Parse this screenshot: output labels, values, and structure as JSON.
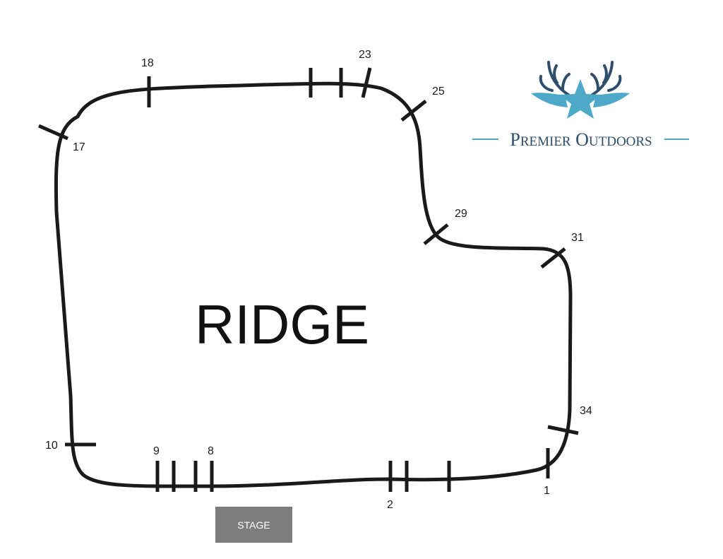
{
  "map": {
    "area_name": "RIDGE",
    "stage_label": "STAGE",
    "stand_labels": [
      "18",
      "23",
      "25",
      "17",
      "29",
      "31",
      "34",
      "10",
      "9",
      "8",
      "2",
      "1"
    ]
  },
  "brand": {
    "name_initial_1": "P",
    "name_rest_1": "REMIER",
    "name_initial_2": "O",
    "name_rest_2": "UTDOORS"
  },
  "colors": {
    "track": "#1a1a1a",
    "stage_fill": "#7d7d7d",
    "brand_blue": "#4ea9c9",
    "brand_dark": "#2f4e6b"
  }
}
